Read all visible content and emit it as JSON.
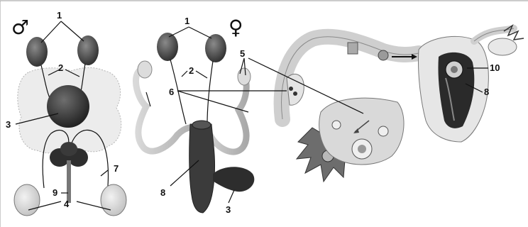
{
  "symbols": {
    "male": "♂",
    "female": "♀"
  },
  "labels": {
    "n1_left": "1",
    "n1_mid": "1",
    "n2_left": "2",
    "n2_mid": "2",
    "n3_left": "3",
    "n3_mid": "3",
    "n4": "4",
    "n5": "5",
    "n6": "6",
    "n7": "7",
    "n8_mid": "8",
    "n8_right": "8",
    "n9": "9",
    "n10": "10"
  }
}
